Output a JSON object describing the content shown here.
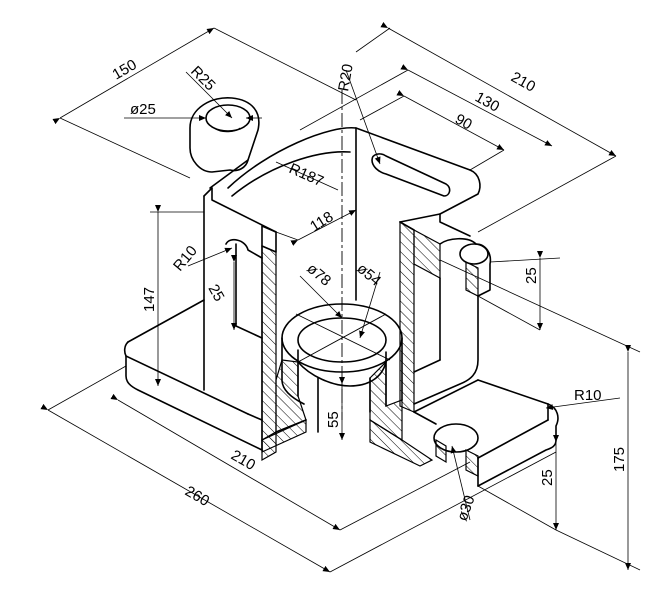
{
  "colors": {
    "line": "#000000",
    "background": "#ffffff"
  },
  "labels": {
    "d150": "150",
    "r25": "R25",
    "phi25": "ø25",
    "r20": "R20",
    "d210_top": "210",
    "d130": "130",
    "d90": "90",
    "r187": "R187",
    "d118": "118",
    "r10_left": "R10",
    "d147": "147",
    "d25_left": "25",
    "phi78": "ø78",
    "phi54": "ø54",
    "d25_right": "25",
    "d55": "55",
    "r10_right": "R10",
    "d175": "175",
    "d210_bottom": "210",
    "d260": "260",
    "d25_lower_right": "25",
    "phi30": "ø30"
  }
}
